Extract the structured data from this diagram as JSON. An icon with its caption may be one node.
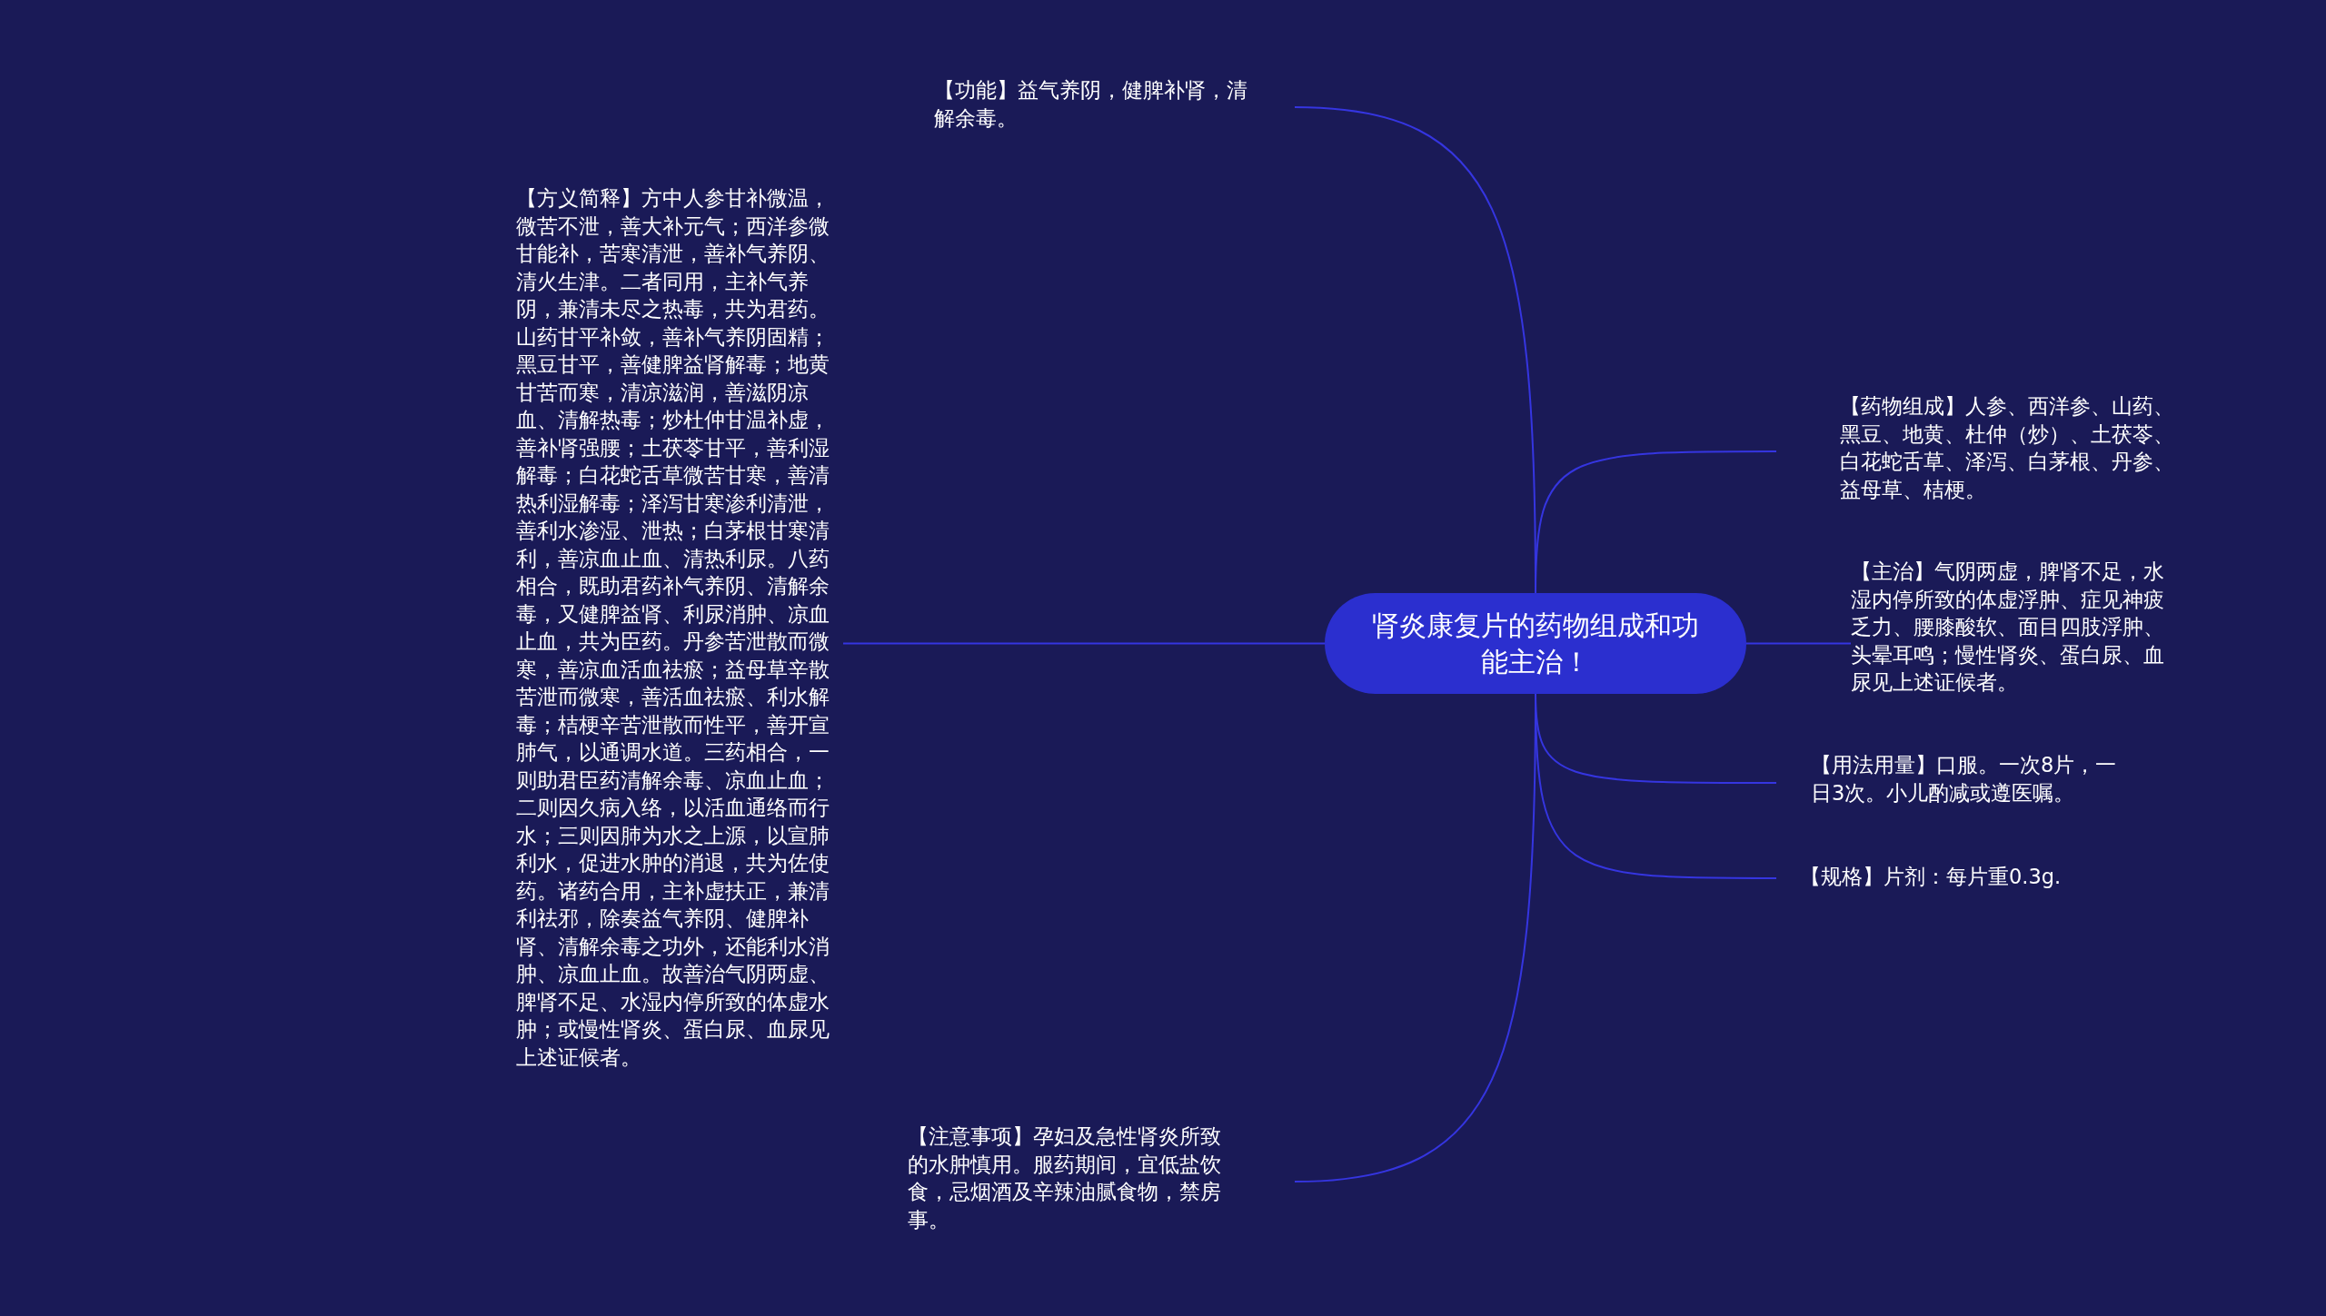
{
  "diagram": {
    "nodes": [
      {
        "text": [
          "肾炎康复片的药物组成和功能主治！"
        ]
      },
      {
        "text": [
          "【功能】益气养阴，健脾补肾，清解余毒。"
        ]
      },
      {
        "text": [
          "【方义简释】方中人参甘补微温，微苦不泄，善大补元气；西洋参微甘能补，苦寒清泄，善补气养阴、清火生津。二者同用，主补气养阴，兼清未尽之热毒，共为君药。山药甘平补敛，善补气养阴固精；黑豆甘平，善健脾益肾解毒；地黄甘苦而寒，清凉滋润，善滋阴凉血、清解热毒；炒杜仲甘温补虚，善补肾强腰；土茯苓甘平，善利湿解毒；白花蛇舌草微苦甘寒，善清热利湿解毒；泽泻甘寒渗利清泄，善利水渗湿、泄热；白茅根甘寒清利，善凉血止血、清热利尿。八药相合，既助君药补气养阴、清解余毒，又健脾益肾、利尿消肿、凉血止血，共为臣药。丹参苦泄散而微寒，善凉血活血祛瘀；益母草辛散苦泄而微寒，善活血祛瘀、利水解毒；桔梗辛苦泄散而性平，善开宣肺气，以通调水道。三药相合，一则助君臣药清解余毒、凉血止血；二则因久病入络，以活血通络而行水；三则因肺为水之上源，以宣肺利水，促进水肿的消退，共为佐使药。诸药合用，主补虚扶正，兼清利祛邪，除奏益气养阴、健脾补肾、清解余毒之功外，还能利水消肿、凉血止血。故善治气阴两虚、脾肾不足、水湿内停所致的体虚水肿；或慢性肾炎、蛋白尿、血尿见上述证候者。"
        ]
      },
      {
        "text": [
          "【注意事项】孕妇及急性肾炎所致的水肿慎用。服药期间，宜低盐饮食，忌烟酒及辛辣油腻食物，禁房事。"
        ]
      },
      {
        "text": [
          "【药物组成】人参、西洋参、山药、黑豆、地黄、杜仲（炒）、土茯苓、白花蛇舌草、泽泻、白茅根、丹参、益母草、桔梗。"
        ]
      },
      {
        "text": [
          "【主治】气阴两虚，脾肾不足，水湿内停所致的体虚浮肿、症见神疲乏力、腰膝酸软、面目四肢浮肿、头晕耳鸣；慢性肾炎、蛋白尿、血尿见上述证候者。"
        ]
      },
      {
        "text": [
          "【用法用量】口服。一次8片，一日3次。小儿酌减或遵医嘱。"
        ]
      },
      {
        "text": [
          "【规格】片剂：每片重0.3g."
        ]
      }
    ],
    "edges": [
      {
        "from": 0,
        "to": 1,
        "arrow": "none"
      },
      {
        "from": 0,
        "to": 2,
        "arrow": "none"
      },
      {
        "from": 0,
        "to": 3,
        "arrow": "none"
      },
      {
        "from": 0,
        "to": 4,
        "arrow": "none"
      },
      {
        "from": 0,
        "to": 5,
        "arrow": "none"
      },
      {
        "from": 0,
        "to": 6,
        "arrow": "none"
      },
      {
        "from": 0,
        "to": 7,
        "arrow": "none"
      }
    ]
  }
}
